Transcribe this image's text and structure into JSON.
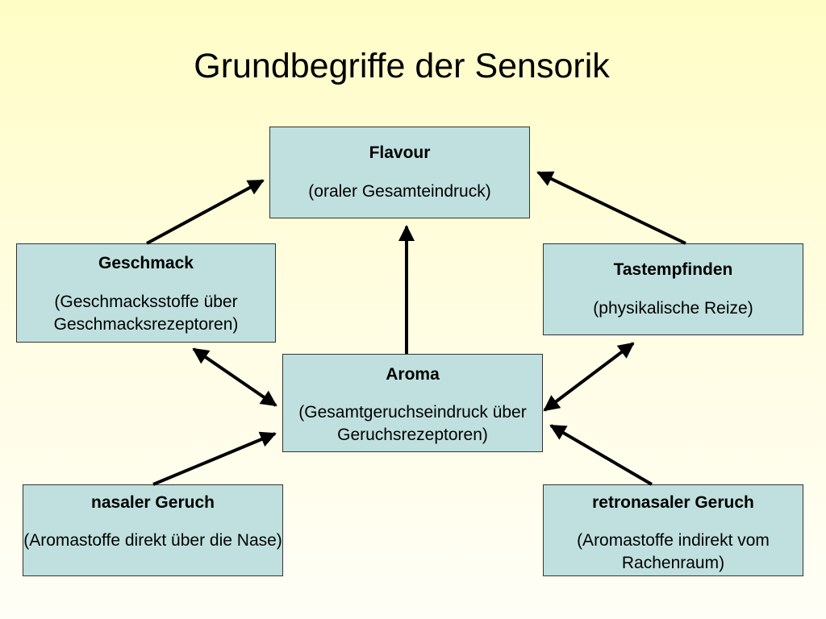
{
  "title": "Grundbegriffe der Sensorik",
  "nodes": {
    "flavour": {
      "label": "Flavour",
      "sub": "(oraler Gesamteindruck)"
    },
    "geschmack": {
      "label": "Geschmack",
      "sub": "(Geschmacksstoffe über Geschmacksrezeptoren)"
    },
    "tastempfinden": {
      "label": "Tastempfinden",
      "sub": "(physikalische Reize)"
    },
    "aroma": {
      "label": "Aroma",
      "sub": "(Gesamtgeruchseindruck über Geruchsrezeptoren)"
    },
    "nasal": {
      "label": "nasaler Geruch",
      "sub": "(Aromastoffe direkt über die Nase)"
    },
    "retronasal": {
      "label": "retronasaler Geruch",
      "sub": "(Aromastoffe indirekt vom Rachenraum)"
    }
  },
  "edges": [
    {
      "from": "geschmack",
      "to": "flavour",
      "bidirectional": false
    },
    {
      "from": "aroma",
      "to": "flavour",
      "bidirectional": false
    },
    {
      "from": "tastempfinden",
      "to": "flavour",
      "bidirectional": false
    },
    {
      "from": "geschmack",
      "to": "aroma",
      "bidirectional": true
    },
    {
      "from": "tastempfinden",
      "to": "aroma",
      "bidirectional": true
    },
    {
      "from": "nasal",
      "to": "aroma",
      "bidirectional": false
    },
    {
      "from": "retronasal",
      "to": "aroma",
      "bidirectional": false
    }
  ],
  "colors": {
    "box_fill": "#bfe0df",
    "box_border": "#333333",
    "arrow": "#000000",
    "background_top": "#fffdc6",
    "background_bottom": "#fffef6"
  }
}
